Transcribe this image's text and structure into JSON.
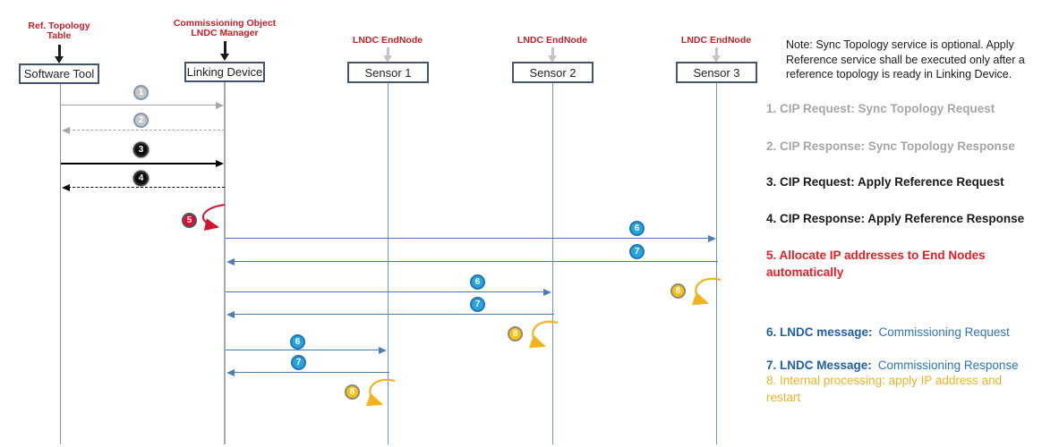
{
  "diagram_title": "LNDC commissioning sequence",
  "colors": {
    "actor_label_red": "#c42127",
    "box_border": "#44546a",
    "gray_message": "#a6a6a6",
    "black_message": "#000000",
    "blue_message": "#4a7ebb",
    "red_badge": "#dc1028",
    "blue_badge": "#27a3dd",
    "gold_badge": "#fdc010",
    "legend_gray": "#a6a6a6",
    "legend_red": "#ec1c24",
    "legend_blue_bold": "#1f5fa8",
    "legend_blue_regular": "#2e75b6",
    "legend_gold": "#efb322"
  },
  "actors": [
    {
      "top_label": "Ref. Topology\nTable",
      "box_label": "Software Tool"
    },
    {
      "top_label": "Commissioning Object\nLNDC Manager",
      "box_label": "Linking Device"
    },
    {
      "top_label": "LNDC EndNode",
      "box_label": "Sensor 1"
    },
    {
      "top_label": "LNDC EndNode",
      "box_label": "Sensor 2"
    },
    {
      "top_label": "LNDC EndNode",
      "box_label": "Sensor 3"
    }
  ],
  "badges": {
    "b1": "1",
    "b2": "2",
    "b3": "3",
    "b4": "4",
    "b5": "5",
    "b6": "6",
    "b7": "7",
    "b8": "8"
  },
  "legend": {
    "note": "Note: Sync Topology service is optional.  Apply\nReference service shall be executed only after a\nreference topology is ready in Linking Device.",
    "items": [
      {
        "text": "1. CIP Request: Sync Topology Request"
      },
      {
        "text": "2. CIP Response: Sync Topology Response"
      },
      {
        "text": "3. CIP Request: Apply Reference Request"
      },
      {
        "text": "4. CIP Response: Apply Reference Response"
      },
      {
        "text": "5. Allocate IP addresses to End Nodes\nautomatically"
      },
      {
        "prefix": "6. LNDC message:",
        "suffix": "Commissioning Request"
      },
      {
        "prefix": "7. LNDC Message:",
        "suffix": "Commissioning Response"
      },
      {
        "text": "8. Internal processing: apply IP address and\nrestart"
      }
    ]
  }
}
